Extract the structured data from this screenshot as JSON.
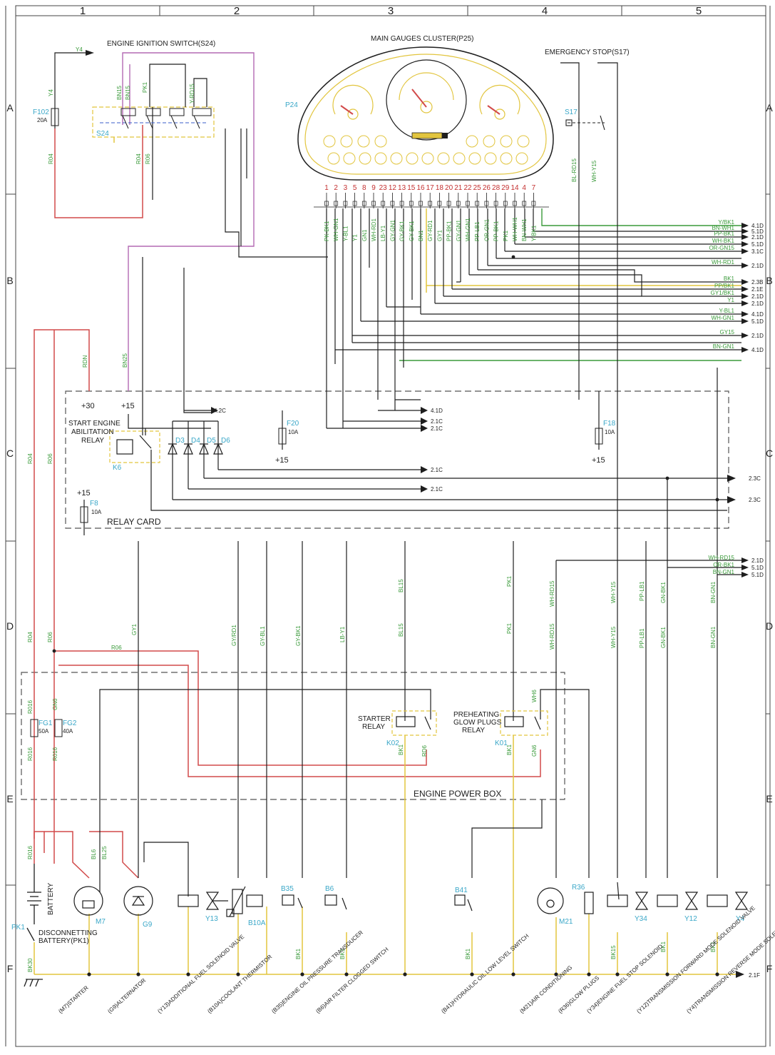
{
  "grid": {
    "columns": [
      "1",
      "2",
      "3",
      "4",
      "5"
    ],
    "rows": [
      "A",
      "B",
      "C",
      "D",
      "E",
      "F"
    ]
  },
  "components": {
    "ignition_switch": "ENGINE IGNITION SWITCH(S24)",
    "gauges_cluster": "MAIN GAUGES CLUSTER(P25)",
    "emergency_stop": "EMERGENCY STOP(S17)",
    "relay_card": "RELAY CARD",
    "start_relay_l1": "START ENGINE",
    "start_relay_l2": "ABILITATION",
    "start_relay_l3": "RELAY",
    "engine_power_box": "ENGINE POWER BOX",
    "starter_relay_l1": "STARTER",
    "starter_relay_l2": "RELAY",
    "glow_relay_l1": "PREHEATING",
    "glow_relay_l2": "GLOW PLUGS",
    "glow_relay_l3": "RELAY",
    "battery": "BATTERY",
    "disconnect_l1": "DISCONNETTING",
    "disconnect_l2": "BATTERY(PK1)"
  },
  "refs": {
    "f102": "F102",
    "f102_amp": "20A",
    "s24": "S24",
    "p24": "P24",
    "s17": "S17",
    "k6": "K6",
    "d3": "D3",
    "d4": "D4",
    "d5": "D5",
    "d6": "D6",
    "f20": "F20",
    "f20_amp": "10A",
    "f18": "F18",
    "f18_amp": "10A",
    "f8": "F8",
    "f8_amp": "10A",
    "fg1": "FG1",
    "fg1_amp": "50A",
    "fg2": "FG2",
    "fg2_amp": "40A",
    "k02": "K02",
    "k01": "K01",
    "m7": "M7",
    "g9": "G9",
    "y13": "Y13",
    "b10a": "B10A",
    "b35": "B35",
    "b6": "B6",
    "b41": "B41",
    "m21": "M21",
    "r36": "R36",
    "y34": "Y34",
    "y12": "Y12",
    "y4": "Y4",
    "pk1": "PK1"
  },
  "power": {
    "p30": "+30",
    "p15a": "+15",
    "p15b": "+15",
    "p15c": "+15",
    "p15d": "+15"
  },
  "cluster_pins": [
    "1",
    "2",
    "3",
    "5",
    "8",
    "9",
    "23",
    "12",
    "13",
    "15",
    "16",
    "17",
    "18",
    "20",
    "21",
    "22",
    "25",
    "26",
    "28",
    "29",
    "14",
    "4",
    "7"
  ],
  "cluster_wires": [
    "PK-BK1",
    "WH-GN1",
    "Y-BL1",
    "Y1",
    "GN1",
    "WH-RD1",
    "LB-Y1",
    "GY-GN1",
    "GY-BK1",
    "GY-BK1",
    "BN1",
    "GY-RD1",
    "GY1",
    "PP-BK1",
    "GY-GN1",
    "WH-GN1",
    "PP-LB1",
    "OR-GN1",
    "PP-BK1",
    "PK1",
    "WH-WH1",
    "BN-WH1",
    "Y-BK1"
  ],
  "outputs_b": [
    {
      "wire": "Y/BK1",
      "ref": "4.1D"
    },
    {
      "wire": "BN-WH1",
      "ref": "5.1D"
    },
    {
      "wire": "PP-BK1",
      "ref": "2.1D"
    },
    {
      "wire": "WH-BK1",
      "ref": "5.1D"
    },
    {
      "wire": "OR-GN15",
      "ref": "3.1C"
    },
    {
      "wire": "WH-RD1",
      "ref": "2.1D"
    },
    {
      "wire": "BK1",
      "ref": "2.3B"
    },
    {
      "wire": "PP/BK1",
      "ref": "2.1E"
    },
    {
      "wire": "GY1/BK1",
      "ref": "2.1D"
    },
    {
      "wire": "Y1",
      "ref": "2.1D"
    },
    {
      "wire": "Y-BL1",
      "ref": "4.1D"
    },
    {
      "wire": "WH-GN1",
      "ref": "5.1D"
    },
    {
      "wire": "GY15",
      "ref": "2.1D"
    },
    {
      "wire": "BN-GN1",
      "ref": "4.1D"
    }
  ],
  "outputs_c": [
    {
      "ref": "4.1D"
    },
    {
      "ref": "2.1C"
    },
    {
      "ref": "2.1C"
    },
    {
      "ref": "4.2C"
    },
    {
      "ref": "2.1C"
    },
    {
      "ref": "2.1C"
    }
  ],
  "outputs_right_c": [
    {
      "ref": "2.3C"
    },
    {
      "ref": "2.3C"
    }
  ],
  "outputs_d": [
    {
      "wire": "WH-RD15",
      "ref": "2.1D"
    },
    {
      "wire": "OR-BK1",
      "ref": "5.1D"
    },
    {
      "wire": "BN-GN1",
      "ref": "5.1D"
    }
  ],
  "ground_ref": "2.1F",
  "wire_labels": {
    "y4a": "Y4",
    "y4b": "Y4",
    "r04a": "R04",
    "r04b": "R04",
    "r04c": "R04",
    "r06a": "R06",
    "r06b": "R06",
    "r06c": "R06",
    "bn15a": "BN15",
    "bn15b": "BN15",
    "pk1": "PK1",
    "yrd15": "Y-RD15",
    "r06d": "R06",
    "r04d": "R04",
    "rdn": "RDN",
    "bn25": "BN25",
    "bl_rd15": "BL-RD15",
    "wh_y15": "WH-Y15",
    "gy1": "GY1",
    "gy_rd1": "GY/RD1",
    "gy_bl1": "GY-BL1",
    "gy_bk1": "GY-BK1",
    "lb_y1": "LB-Y1",
    "bl15a": "BL15",
    "bl15b": "BL15",
    "pk1b": "PK1",
    "pk1c": "PK1",
    "wh_rd15a": "WH-RD15",
    "wh_rd15b": "WH-RD15",
    "wh_y15b": "WH-Y15",
    "wh_y15c": "WH-Y15",
    "pp_lb1a": "PP-LB1",
    "pp_lb1b": "PP-LB1",
    "gn_bk1a": "GN-BK1",
    "gn_bk1b": "GN-BK1",
    "bn_gn1a": "BN-GN1",
    "bn_gn1b": "BN-GN1",
    "r016a": "R016",
    "r016b": "R016",
    "r016c": "R016",
    "r016d": "R016",
    "gn6": "GN6",
    "bk1_k02": "BK1",
    "rd6": "RD6",
    "bk1_k01": "BK1",
    "gn6b": "GN6",
    "wh6": "WH6",
    "bl6": "BL6",
    "bl25": "BL25",
    "bk1a": "BK1",
    "bk1b": "BK1",
    "bk1c": "BK1",
    "bk15": "BK15",
    "bk1d": "BK1",
    "bk1e": "BK1",
    "bk30": "BK30"
  },
  "bottom_labels": [
    "(M7)STARTER",
    "(G9)ALTERNATOR",
    "(Y13)ADDITIONAL FUEL SOLENOID VALVE",
    "(B10A)COOLANT THERMISTOR",
    "(B35)ENGINE OIL PRESSURE TRANSDUCER",
    "(B6)AIR FILTER CLOGGED SWITCH",
    "(B41)HYDRAULIC OIL LOW LEVEL SWITCH",
    "(M21)AIR CONDITIONING",
    "(R36)GLOW PLUGS",
    "(Y34)ENGINE FUEL STOP SOLENOID",
    "(Y12)TRANSMISSION FORWARD MODE SOLENOID VALVE",
    "(Y4)TRANSMISSION REVERSE MODE SOLENOID VALVE"
  ],
  "colors": {
    "red": "#d24a4a",
    "yellow": "#e2c53e",
    "purple": "#b36ab3",
    "black": "#1e1e1e",
    "green": "#3a9a3a",
    "cyan": "#3aa7c8"
  }
}
